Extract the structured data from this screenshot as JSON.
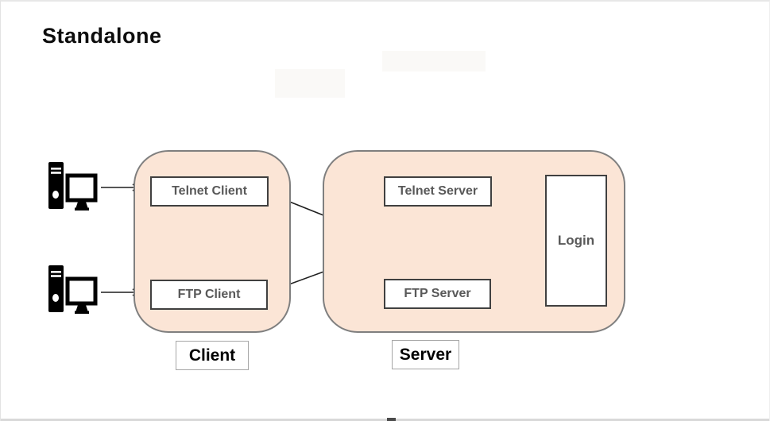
{
  "title": "Standalone",
  "diagram": {
    "client": {
      "label": "Client",
      "nodes": [
        {
          "label": "Telnet Client"
        },
        {
          "label": "FTP Client"
        }
      ]
    },
    "server": {
      "label": "Server",
      "nodes": [
        {
          "label": "Telnet Server"
        },
        {
          "label": "FTP Server"
        },
        {
          "label": "Login"
        }
      ]
    },
    "computers": [
      {
        "name": "workstation-top"
      },
      {
        "name": "workstation-bottom"
      }
    ],
    "edges": [
      {
        "from": "workstation-top",
        "to": "Telnet Client"
      },
      {
        "from": "workstation-bottom",
        "to": "FTP Client"
      },
      {
        "from": "Telnet Client",
        "to": "Telnet Server"
      },
      {
        "from": "FTP Client",
        "to": "FTP Server"
      },
      {
        "from": "Telnet Server",
        "to": "Login"
      },
      {
        "from": "FTP Server",
        "to": "Login"
      }
    ],
    "colors": {
      "container_fill": "#FBE5D6",
      "container_border": "#7F7F7F",
      "node_border": "#404040",
      "node_text": "#595959",
      "label_text": "#000000",
      "arrow": "#1F1F1F"
    }
  }
}
